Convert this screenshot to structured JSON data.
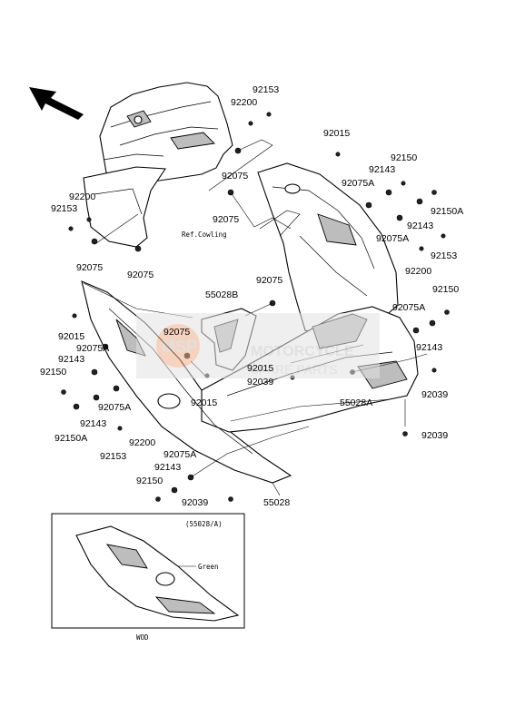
{
  "labels": {
    "l92153_top": "92153",
    "l92200_top": "92200",
    "l92015_r": "92015",
    "l92150_r1": "92150",
    "l92143_r1": "92143",
    "l92075A_r1": "92075A",
    "l92150A_r": "92150A",
    "l92143_r2": "92143",
    "l92075A_r2": "92075A",
    "l92153_r": "92153",
    "l92200_r": "92200",
    "l92075_c1": "92075",
    "l92075_c2": "92075",
    "ref_cowling": "Ref.Cowling",
    "l92200_l": "92200",
    "l92153_l": "92153",
    "l92075_l1": "92075",
    "l92075_l2": "92075",
    "l55028B": "55028B",
    "l92075_m": "92075",
    "l92150_r2": "92150",
    "l92075A_r3": "92075A",
    "l92143_r3": "92143",
    "l92015_l": "92015",
    "l92075A_l": "92075A",
    "l92143_l1": "92143",
    "l92150_l": "92150",
    "l92075_c3": "92075",
    "l92015_c": "92015",
    "l92039_c": "92039",
    "l92015_c2": "92015",
    "l55028A": "55028A",
    "l92039_r1": "92039",
    "l92075A_l2": "92075A",
    "l92143_l2": "92143",
    "l92150A_l": "92150A",
    "l92200_b": "92200",
    "l92153_b": "92153",
    "l92039_r2": "92039",
    "l92075A_b": "92075A",
    "l92143_b": "92143",
    "l92150_b": "92150",
    "l92039_b": "92039",
    "l55028": "55028"
  },
  "inset": {
    "code": "(55028/A)",
    "color_note": "Green",
    "variant": "WOD"
  },
  "watermark": {
    "line1": "MOTORCYCLE",
    "line2": "SPARE PARTS",
    "logo": "MSP"
  }
}
